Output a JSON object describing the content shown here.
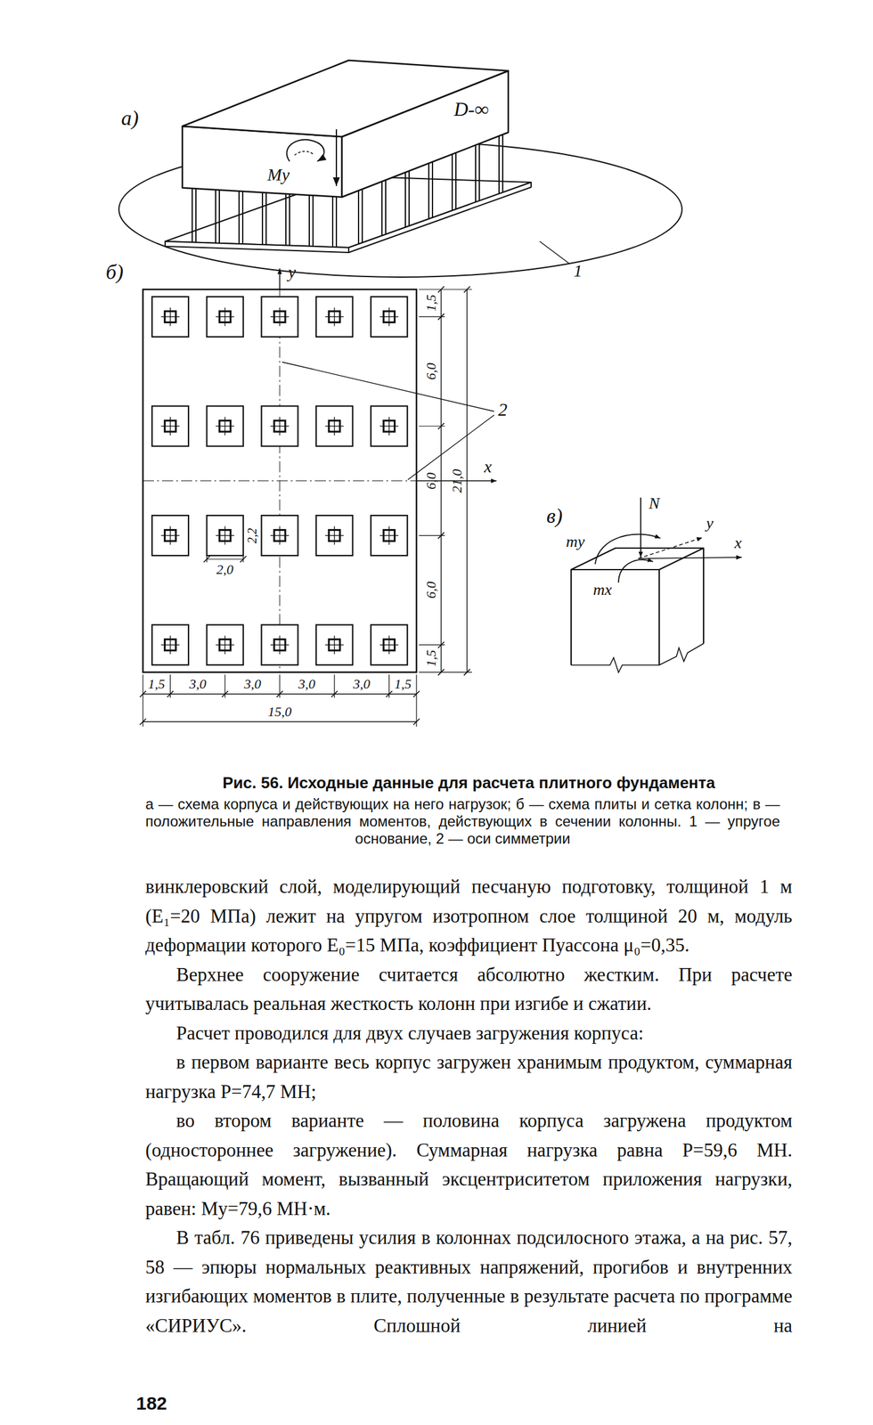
{
  "diagram": {
    "caption": "Рис. 56. Исходные данные для расчета плитного фундамента",
    "labels": [
      "а)",
      "D-∞",
      "My",
      "1",
      "б)",
      "y",
      "x",
      "2",
      "1,5",
      "6,0",
      "6,0",
      "6,0",
      "1,5",
      "21,0",
      "2,2",
      "2,0",
      "1,5",
      "3,0",
      "3,0",
      "3,0",
      "3,0",
      "1,5",
      "15,0",
      "в)",
      "N",
      "my",
      "y",
      "x",
      "mx",
      "а — схема корпуса и действующих на него нагрузок; б — схема плиты и сетка колонн; в — положительные направления моментов, действующих в сечении колонны. 1 — упругое основание, 2 — оси симметрии",
      "винклеровский слой, моделирующий песчаную подготовку, толщиной 1 м (E₁=20 МПа) лежит на упругом изотропном слое толщиной 20 м, модуль деформации которого E₀=15 МПа, коэффициент Пуассона μ₀=0,35.",
      "Верхнее сооружение считается абсолютно жестким. При расчете учитывалась реальная жесткость колонн при изгибе и сжатии.",
      "Расчет проводился для двух случаев загружения корпуса:",
      "в первом варианте весь корпус загружен хранимым продуктом, суммарная нагрузка P=74,7 МН;",
      "во втором варианте — половина корпуса загружена продуктом (одностороннее загружение). Суммарная нагрузка равна P=59,6 МН. Вращающий момент, вызванный эксцентриситетом приложения нагрузки, равен: My=79,6 МН·м.",
      "В табл. 76 приведены усилия в колоннах подсилосного этажа, а на рис. 57, 58 — эпюры нормальных реактивных напряжений, прогибов и внутренних изгибающих моментов в плите, полученные в результате расчета по программе «СИРИУС». Сплошной линией на",
      "182"
    ]
  }
}
